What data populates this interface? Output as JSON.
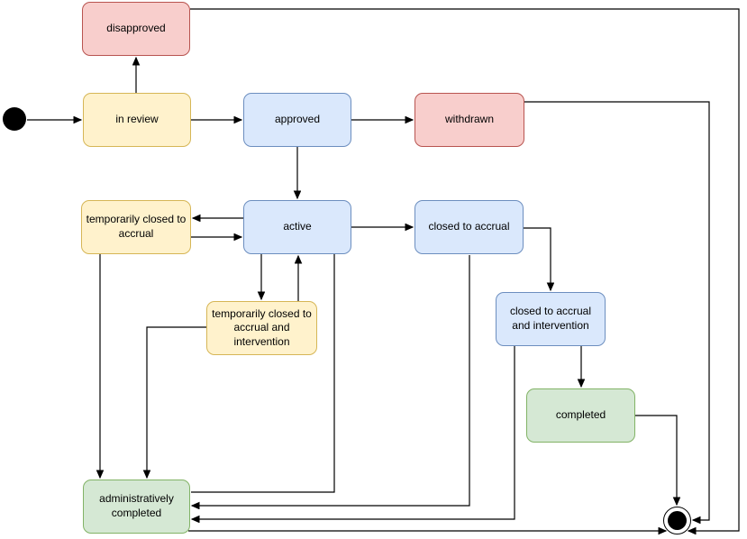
{
  "palette": {
    "yellow_fill": "#fff2cc",
    "yellow_stroke": "#d6b656",
    "blue_fill": "#dae8fc",
    "blue_stroke": "#6c8ebf",
    "red_fill": "#f8cecc",
    "red_stroke": "#b85450",
    "green_fill": "#d5e8d4",
    "green_stroke": "#82b366",
    "line_color": "#000000",
    "background": "#ffffff"
  },
  "nodes": {
    "start": {
      "type": "initial-state"
    },
    "disapproved": {
      "label": "disapproved",
      "color": "red"
    },
    "in_review": {
      "label": "in review",
      "color": "yellow"
    },
    "approved": {
      "label": "approved",
      "color": "blue"
    },
    "withdrawn": {
      "label": "withdrawn",
      "color": "red"
    },
    "temporarily_closed_to_accrual": {
      "label": "temporarily closed to\naccrual",
      "color": "yellow"
    },
    "active": {
      "label": "active",
      "color": "blue"
    },
    "closed_to_accrual": {
      "label": "closed to accrual",
      "color": "blue"
    },
    "temporarily_closed_to_accrual_and_intervention": {
      "label": "temporarily closed to\naccrual and\nintervention",
      "color": "yellow"
    },
    "closed_to_accrual_and_intervention": {
      "label": "closed to accrual\nand intervention",
      "color": "blue"
    },
    "completed": {
      "label": "completed",
      "color": "green"
    },
    "administratively_completed": {
      "label": "administratively\ncompleted",
      "color": "green"
    },
    "end": {
      "type": "final-state"
    }
  },
  "edges": [
    {
      "from": "start",
      "to": "in review"
    },
    {
      "from": "in review",
      "to": "disapproved"
    },
    {
      "from": "in review",
      "to": "approved"
    },
    {
      "from": "approved",
      "to": "withdrawn"
    },
    {
      "from": "approved",
      "to": "active"
    },
    {
      "from": "active",
      "to": "temporarily closed to accrual"
    },
    {
      "from": "temporarily closed to accrual",
      "to": "active"
    },
    {
      "from": "active",
      "to": "temporarily closed to accrual and intervention"
    },
    {
      "from": "temporarily closed to accrual and intervention",
      "to": "active"
    },
    {
      "from": "active",
      "to": "closed to accrual"
    },
    {
      "from": "closed to accrual",
      "to": "closed to accrual and intervention"
    },
    {
      "from": "closed to accrual and intervention",
      "to": "completed"
    },
    {
      "from": "active",
      "to": "administratively completed"
    },
    {
      "from": "closed to accrual",
      "to": "administratively completed"
    },
    {
      "from": "closed to accrual and intervention",
      "to": "administratively completed"
    },
    {
      "from": "temporarily closed to accrual",
      "to": "administratively completed"
    },
    {
      "from": "temporarily closed to accrual and intervention",
      "to": "administratively completed"
    },
    {
      "from": "completed",
      "to": "end"
    },
    {
      "from": "withdrawn",
      "to": "end"
    },
    {
      "from": "disapproved",
      "to": "end"
    },
    {
      "from": "administratively completed",
      "to": "end"
    }
  ]
}
